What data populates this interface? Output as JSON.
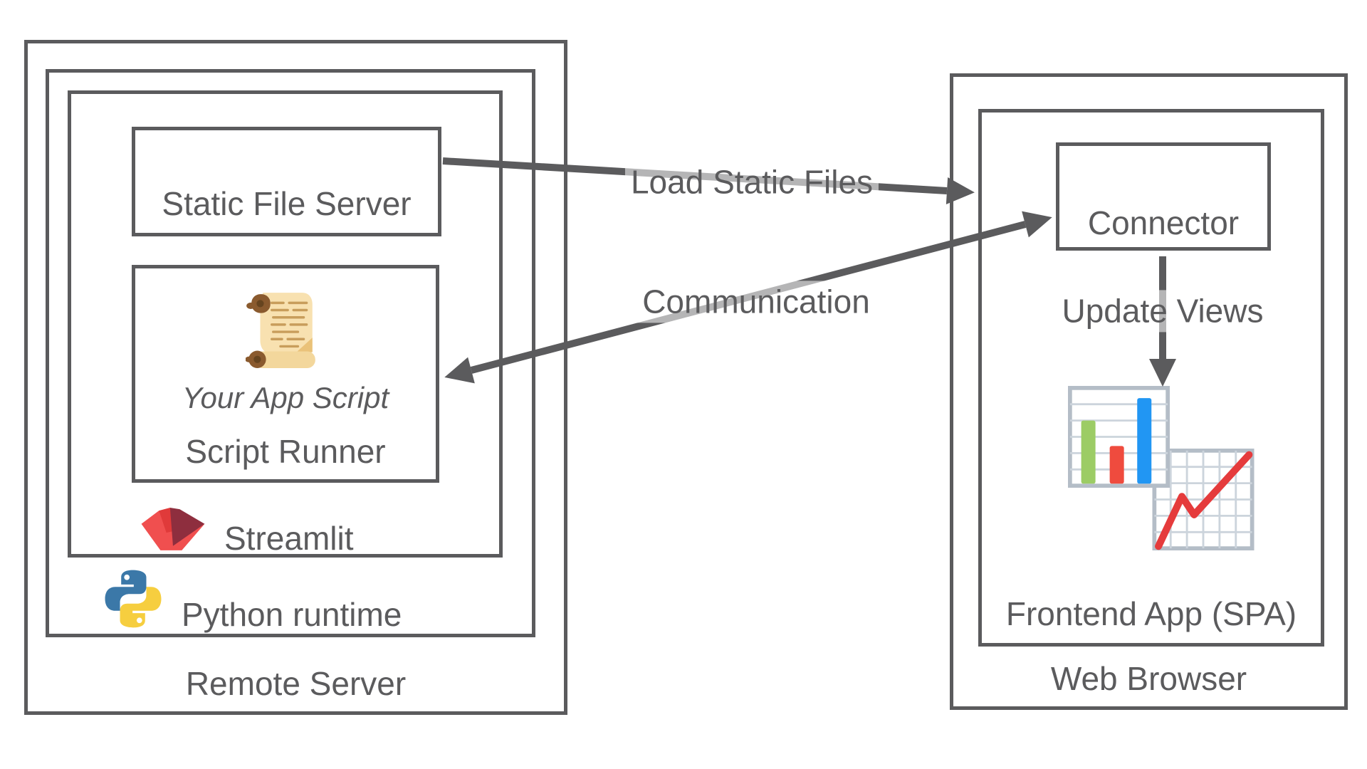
{
  "diagram": {
    "title": "Streamlit architecture diagram",
    "remote_server": {
      "label": "Remote Server",
      "python_runtime": {
        "label": "Python runtime"
      },
      "streamlit": {
        "label": "Streamlit"
      },
      "static_file_server": {
        "label": "Static File Server"
      },
      "script_runner": {
        "label": "Script Runner",
        "your_app_script": "Your App Script"
      }
    },
    "web_browser": {
      "label": "Web Browser",
      "frontend_app": {
        "label": "Frontend App (SPA)"
      },
      "connector": {
        "label": "Connector"
      }
    },
    "arrows": {
      "load_static_files": {
        "label": "Load Static Files",
        "direction": "static-file-server to connector"
      },
      "communication": {
        "label": "Communication",
        "direction": "connector to script-runner (bidirectional path)"
      },
      "update_views": {
        "label": "Update Views",
        "direction": "connector down to frontend chart view"
      }
    },
    "icons": {
      "scroll": "scroll-icon",
      "streamlit_logo": "streamlit-logo-icon",
      "python_logo": "python-logo-icon",
      "chart": "bar-and-line-chart-icon"
    },
    "colors": {
      "line": "#5b5b5d",
      "label_veil": "rgba(255,255,255,0.55)",
      "streamlit_red": "#f04f4f",
      "streamlit_red_dark": "#e03a3a",
      "streamlit_maroon": "#8e2e3e",
      "python_blue": "#3b78a8",
      "python_yellow": "#f6ce3f",
      "scroll_body": "#f8e1b0",
      "scroll_fold": "#eac279",
      "scroll_roller": "#8a5a2e",
      "scroll_roller_dark": "#66441f",
      "scroll_bar": "#f3d79c",
      "scroll_text": "#c89d5b",
      "chart_border": "#b4bdc7",
      "chart_grid": "#ccd4dc",
      "chart_green": "#9ccc65",
      "chart_red": "#ef4b3e",
      "chart_blue": "#2196f3",
      "chart_line_red": "#e53b3c"
    }
  }
}
